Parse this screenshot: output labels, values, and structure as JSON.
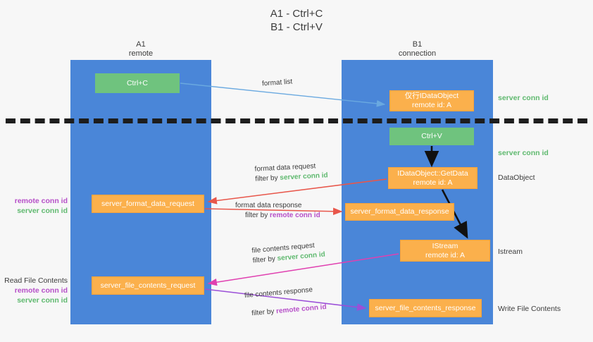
{
  "title": {
    "line1": "A1 - Ctrl+C",
    "line2": "B1 - Ctrl+V"
  },
  "lanes": [
    {
      "id": "a1",
      "title": "A1",
      "subtitle": "remote",
      "color": "#4a86d8"
    },
    {
      "id": "b1",
      "title": "B1",
      "subtitle": "connection",
      "color": "#4a86d8"
    }
  ],
  "nodes": {
    "ctrl_c": {
      "label": "Ctrl+C",
      "color": "#6fc37e"
    },
    "idataobject": {
      "line1": "仅行IDataObject",
      "line2": "remote id: A",
      "color": "#fbb04c"
    },
    "ctrl_v": {
      "label": "Ctrl+V",
      "color": "#6fc37e"
    },
    "getdata": {
      "line1": "IDataObject::GetData",
      "line2": "remote id: A",
      "color": "#fbb04c"
    },
    "format_data_request": {
      "label": "server_format_data_request",
      "color": "#fbb04c"
    },
    "format_data_response": {
      "label": "server_format_data_response",
      "color": "#fbb04c"
    },
    "istream": {
      "line1": "IStream",
      "line2": "remote id: A",
      "color": "#fbb04c"
    },
    "file_contents_request": {
      "label": "server_file_contents_request",
      "color": "#fbb04c"
    },
    "file_contents_response": {
      "label": "server_file_contents_response",
      "color": "#fbb04c"
    }
  },
  "messages": {
    "format_list": {
      "line1": "format list"
    },
    "format_data_request": {
      "line1": "format data request",
      "prefix": "filter by ",
      "highlight": "server conn id",
      "highlight_color": "#5fb96f"
    },
    "format_data_response": {
      "line1": "format data response",
      "prefix": "filter by ",
      "highlight": "remote conn id",
      "highlight_color": "#b64fc8"
    },
    "file_contents_request": {
      "line1": "file contents request",
      "prefix": "filter by ",
      "highlight": "server conn id",
      "highlight_color": "#5fb96f"
    },
    "file_contents_response": {
      "line1": "file contents response",
      "prefix": "filter by ",
      "highlight": "remote conn id",
      "highlight_color": "#b64fc8"
    }
  },
  "side_notes": {
    "server_conn_id_top": "server conn id",
    "server_conn_id_mid": "server conn id",
    "dataobject": "DataObject",
    "istream": "Istream",
    "write_file_contents": "Write File Contents"
  },
  "left_notes": {
    "group1": {
      "remote": "remote conn id",
      "server": "server conn id"
    },
    "group2": {
      "heading": "Read File Contents",
      "remote": "remote conn id",
      "server": "server conn id"
    }
  },
  "colors": {
    "lane": "#4a86d8",
    "green_node": "#6fc37e",
    "orange_node": "#fbb04c",
    "green_text": "#5fb96f",
    "purple_text": "#b64fc8",
    "arrow_blue": "#6aa9e0",
    "arrow_red": "#e8564a",
    "arrow_pink": "#e040b0",
    "arrow_purple": "#9b4fd8",
    "arrow_black": "#111111",
    "background": "#f7f7f7",
    "divider": "#1d1d1d"
  }
}
